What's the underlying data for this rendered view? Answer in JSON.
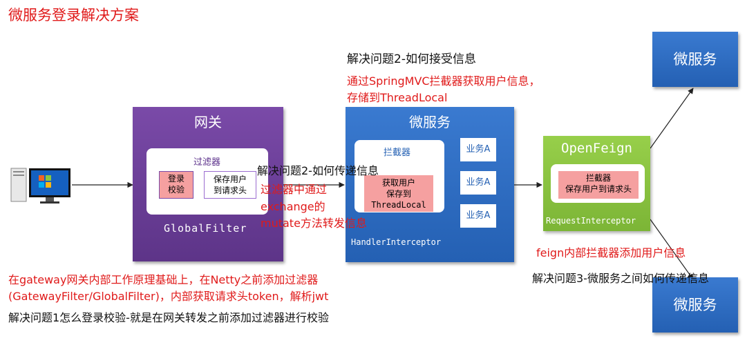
{
  "title": "微服务登录解决方案",
  "gateway": {
    "title": "网关",
    "filter_label": "过滤器",
    "login_check": [
      "登录",
      "校验"
    ],
    "save_user": [
      "保存用户",
      "到请求头"
    ],
    "global_filter": "GlobalFilter"
  },
  "microservice": {
    "title": "微服务",
    "interceptor_label": "拦截器",
    "get_user": [
      "获取用户",
      "保存到",
      "ThreadLocal"
    ],
    "business": [
      "业务A",
      "业务A",
      "业务A"
    ],
    "handler_interceptor": "HandlerInterceptor"
  },
  "openfeign": {
    "title": "OpenFeign",
    "interceptor_label": "拦截器",
    "save_user": "保存用户到请求头",
    "request_interceptor": "RequestInterceptor"
  },
  "services": [
    "微服务",
    "微服务"
  ],
  "annotations": {
    "problem2_receive": "解决问题2-如何接受信息",
    "mvc_line1": "通过SpringMVC拦截器获取用户信息，",
    "mvc_line2": "存储到ThreadLocal",
    "problem2_pass": "解决问题2-如何传递信息",
    "filter_line1": "过滤器中通过",
    "filter_line2": "exchange的",
    "filter_line3": "mutate方法转发信息",
    "feign_add": "feign内部拦截器添加用户信息",
    "problem3": "解决问题3-微服务之间如何传递信息",
    "gateway_line1": "在gateway网关内部工作原理基础上，在Netty之前添加过滤器",
    "gateway_line2": "(GatewayFilter/GlobalFilter)，内部获取请求头token，解析jwt",
    "problem1": "解决问题1怎么登录校验-就是在网关转发之前添加过滤器进行校验"
  },
  "colors": {
    "red": "#e01a1a",
    "gateway": "#6b3d9a",
    "micro": "#2a6abf",
    "feign": "#8ac43f",
    "highlight": "#f5a0a0"
  }
}
